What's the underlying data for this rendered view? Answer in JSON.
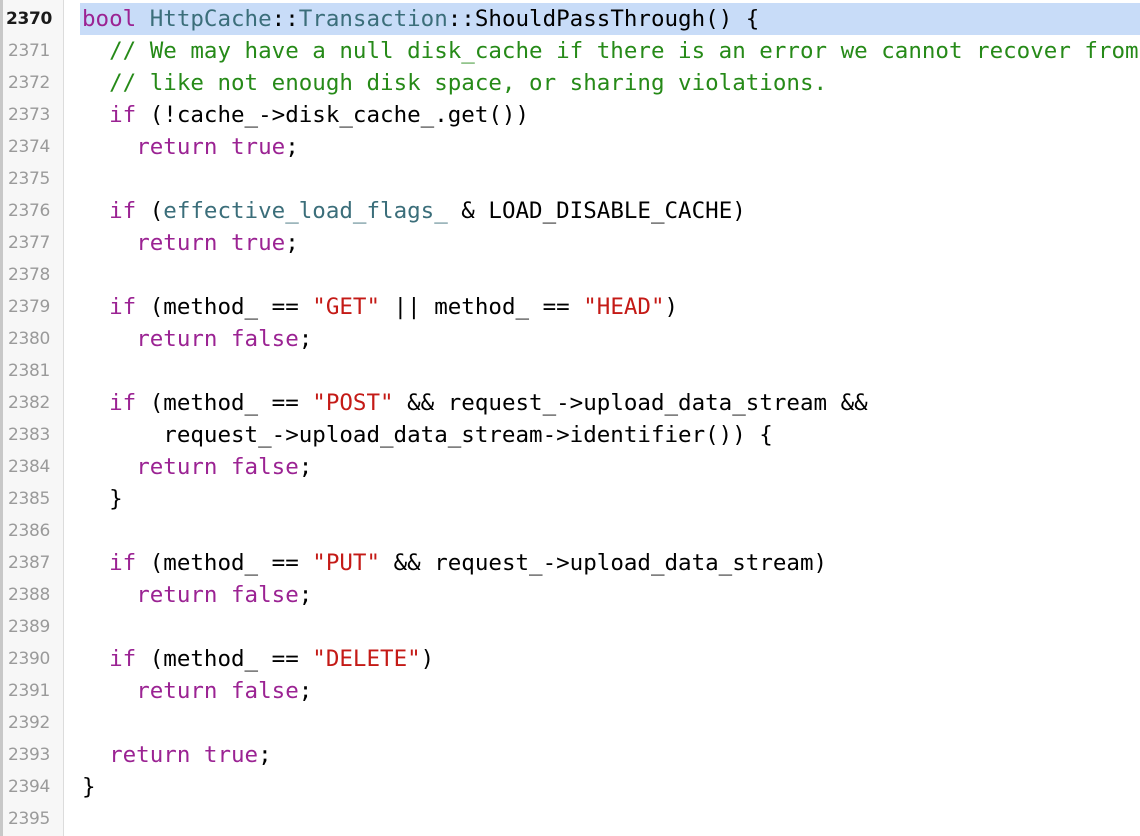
{
  "editor": {
    "current_line": "2370",
    "colors": {
      "keyword": "#9b2393",
      "type": "#3b6e7a",
      "comment": "#268a18",
      "string": "#c41a16",
      "plain": "#000000",
      "current_line_highlight": "#c8dcf8"
    },
    "lines": [
      {
        "num": "2370",
        "tokens": [
          {
            "t": "bool",
            "c": "kw"
          },
          {
            "t": " ",
            "c": "pl"
          },
          {
            "t": "HttpCache",
            "c": "type"
          },
          {
            "t": "::",
            "c": "pl"
          },
          {
            "t": "Transaction",
            "c": "type"
          },
          {
            "t": "::ShouldPassThrough() {",
            "c": "pl"
          }
        ]
      },
      {
        "num": "2371",
        "tokens": [
          {
            "t": "  ",
            "c": "pl"
          },
          {
            "t": "// We may have a null disk_cache if there is an error we cannot recover from,",
            "c": "cmt"
          }
        ]
      },
      {
        "num": "2372",
        "tokens": [
          {
            "t": "  ",
            "c": "pl"
          },
          {
            "t": "// like not enough disk space, or sharing violations.",
            "c": "cmt"
          }
        ]
      },
      {
        "num": "2373",
        "tokens": [
          {
            "t": "  ",
            "c": "pl"
          },
          {
            "t": "if",
            "c": "kw"
          },
          {
            "t": " (!cache_->disk_cache_.get())",
            "c": "pl"
          }
        ]
      },
      {
        "num": "2374",
        "tokens": [
          {
            "t": "    ",
            "c": "pl"
          },
          {
            "t": "return",
            "c": "kw"
          },
          {
            "t": " ",
            "c": "pl"
          },
          {
            "t": "true",
            "c": "kw"
          },
          {
            "t": ";",
            "c": "pl"
          }
        ]
      },
      {
        "num": "2375",
        "tokens": []
      },
      {
        "num": "2376",
        "tokens": [
          {
            "t": "  ",
            "c": "pl"
          },
          {
            "t": "if",
            "c": "kw"
          },
          {
            "t": " (",
            "c": "pl"
          },
          {
            "t": "effective_load_flags_",
            "c": "type"
          },
          {
            "t": " & LOAD_DISABLE_CACHE)",
            "c": "pl"
          }
        ]
      },
      {
        "num": "2377",
        "tokens": [
          {
            "t": "    ",
            "c": "pl"
          },
          {
            "t": "return",
            "c": "kw"
          },
          {
            "t": " ",
            "c": "pl"
          },
          {
            "t": "true",
            "c": "kw"
          },
          {
            "t": ";",
            "c": "pl"
          }
        ]
      },
      {
        "num": "2378",
        "tokens": []
      },
      {
        "num": "2379",
        "tokens": [
          {
            "t": "  ",
            "c": "pl"
          },
          {
            "t": "if",
            "c": "kw"
          },
          {
            "t": " (method_ == ",
            "c": "pl"
          },
          {
            "t": "\"GET\"",
            "c": "str"
          },
          {
            "t": " || method_ == ",
            "c": "pl"
          },
          {
            "t": "\"HEAD\"",
            "c": "str"
          },
          {
            "t": ")",
            "c": "pl"
          }
        ]
      },
      {
        "num": "2380",
        "tokens": [
          {
            "t": "    ",
            "c": "pl"
          },
          {
            "t": "return",
            "c": "kw"
          },
          {
            "t": " ",
            "c": "pl"
          },
          {
            "t": "false",
            "c": "kw"
          },
          {
            "t": ";",
            "c": "pl"
          }
        ]
      },
      {
        "num": "2381",
        "tokens": []
      },
      {
        "num": "2382",
        "tokens": [
          {
            "t": "  ",
            "c": "pl"
          },
          {
            "t": "if",
            "c": "kw"
          },
          {
            "t": " (method_ == ",
            "c": "pl"
          },
          {
            "t": "\"POST\"",
            "c": "str"
          },
          {
            "t": " && request_->upload_data_stream &&",
            "c": "pl"
          }
        ]
      },
      {
        "num": "2383",
        "tokens": [
          {
            "t": "      request_->upload_data_stream->identifier()) {",
            "c": "pl"
          }
        ]
      },
      {
        "num": "2384",
        "tokens": [
          {
            "t": "    ",
            "c": "pl"
          },
          {
            "t": "return",
            "c": "kw"
          },
          {
            "t": " ",
            "c": "pl"
          },
          {
            "t": "false",
            "c": "kw"
          },
          {
            "t": ";",
            "c": "pl"
          }
        ]
      },
      {
        "num": "2385",
        "tokens": [
          {
            "t": "  }",
            "c": "pl"
          }
        ]
      },
      {
        "num": "2386",
        "tokens": []
      },
      {
        "num": "2387",
        "tokens": [
          {
            "t": "  ",
            "c": "pl"
          },
          {
            "t": "if",
            "c": "kw"
          },
          {
            "t": " (method_ == ",
            "c": "pl"
          },
          {
            "t": "\"PUT\"",
            "c": "str"
          },
          {
            "t": " && request_->upload_data_stream)",
            "c": "pl"
          }
        ]
      },
      {
        "num": "2388",
        "tokens": [
          {
            "t": "    ",
            "c": "pl"
          },
          {
            "t": "return",
            "c": "kw"
          },
          {
            "t": " ",
            "c": "pl"
          },
          {
            "t": "false",
            "c": "kw"
          },
          {
            "t": ";",
            "c": "pl"
          }
        ]
      },
      {
        "num": "2389",
        "tokens": []
      },
      {
        "num": "2390",
        "tokens": [
          {
            "t": "  ",
            "c": "pl"
          },
          {
            "t": "if",
            "c": "kw"
          },
          {
            "t": " (method_ == ",
            "c": "pl"
          },
          {
            "t": "\"DELETE\"",
            "c": "str"
          },
          {
            "t": ")",
            "c": "pl"
          }
        ]
      },
      {
        "num": "2391",
        "tokens": [
          {
            "t": "    ",
            "c": "pl"
          },
          {
            "t": "return",
            "c": "kw"
          },
          {
            "t": " ",
            "c": "pl"
          },
          {
            "t": "false",
            "c": "kw"
          },
          {
            "t": ";",
            "c": "pl"
          }
        ]
      },
      {
        "num": "2392",
        "tokens": []
      },
      {
        "num": "2393",
        "tokens": [
          {
            "t": "  ",
            "c": "pl"
          },
          {
            "t": "return",
            "c": "kw"
          },
          {
            "t": " ",
            "c": "pl"
          },
          {
            "t": "true",
            "c": "kw"
          },
          {
            "t": ";",
            "c": "pl"
          }
        ]
      },
      {
        "num": "2394",
        "tokens": [
          {
            "t": "}",
            "c": "pl"
          }
        ]
      },
      {
        "num": "2395",
        "tokens": []
      }
    ]
  }
}
